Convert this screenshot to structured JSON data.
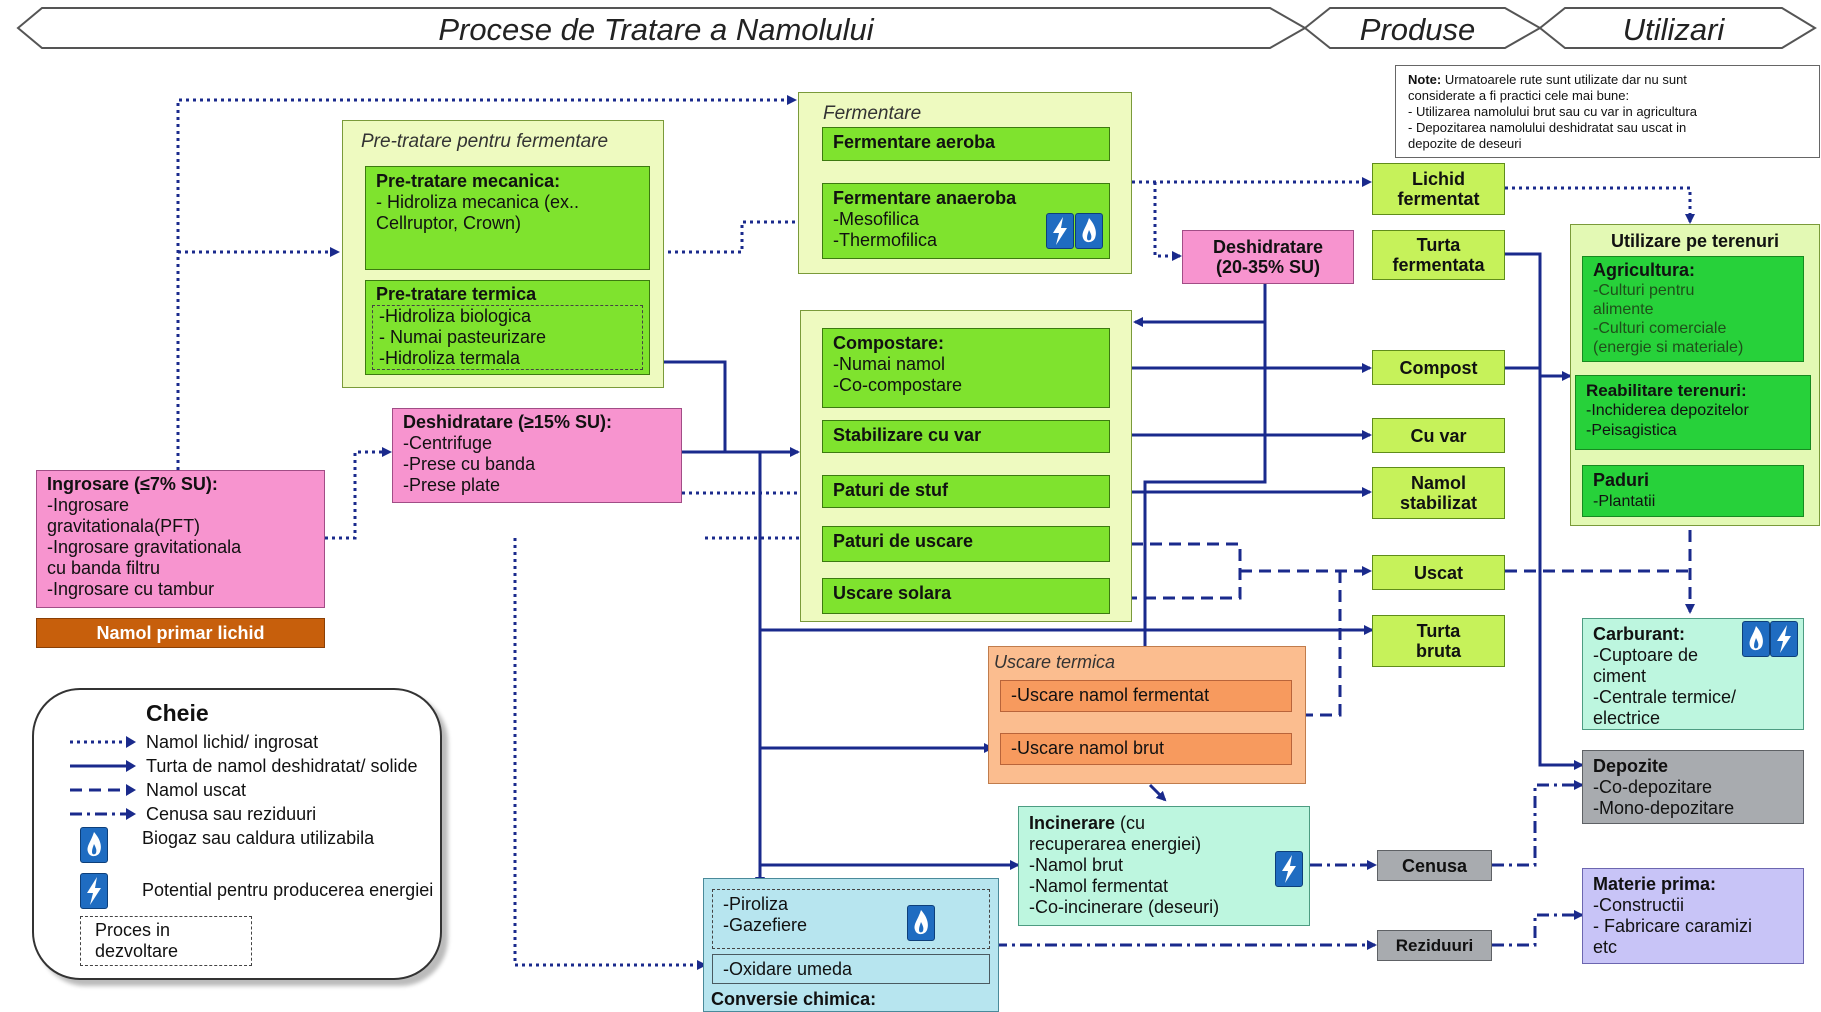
{
  "header": {
    "process": "Procese de Tratare a Namolului",
    "products": "Produse",
    "uses": "Utilizari"
  },
  "note": {
    "label": "Note:",
    "lines": [
      "Urmatoarele rute sunt utilizate dar nu sunt",
      "considerate a fi practici cele mai bune:",
      "- Utilizarea namolului brut sau cu var in agricultura",
      "- Depozitarea namolului deshidratat sau uscat in",
      "depozite de deseuri"
    ]
  },
  "pretreat": {
    "title": "Pre-tratare pentru fermentare",
    "mech_title": "Pre-tratare mecanica:",
    "mech_lines": [
      "- Hidroliza mecanica (ex..",
      "Cellruptor, Crown)"
    ],
    "therm_title": "Pre-tratare termica",
    "therm_lines": [
      "-Hidroliza biologica",
      "- Numai pasteurizare",
      "-Hidroliza termala"
    ]
  },
  "ferment": {
    "title": "Fermentare",
    "aerob": "Fermentare aeroba",
    "anaerob_title": "Fermentare anaeroba",
    "anaerob_lines": [
      "-Mesofilica",
      "-Thermofilica"
    ]
  },
  "thick": {
    "title": "Ingrosare (≤7% SU):",
    "lines": [
      "-Ingrosare",
      "gravitationala(PFT)",
      "-Ingrosare gravitationala",
      "cu banda filtru",
      "-Ingrosare cu tambur"
    ],
    "primary": "Namol primar lichid"
  },
  "dewater1": {
    "title": "Deshidratare (≥15% SU):",
    "lines": [
      "-Centrifuge",
      "-Prese cu banda",
      "-Prese plate"
    ]
  },
  "dewater2": {
    "lines": [
      "Deshidratare",
      "(20-35% SU)"
    ]
  },
  "stab": {
    "compost_title": "Compostare:",
    "compost_lines": [
      "-Numai namol",
      "-Co-compostare"
    ],
    "lime": "Stabilizare cu var",
    "reed": "Paturi de stuf",
    "drybeds": "Paturi de uscare",
    "solar": "Uscare solara"
  },
  "thermal": {
    "title": "Uscare termica",
    "digested": "-Uscare namol fermentat",
    "raw": "-Uscare namol brut"
  },
  "incin": {
    "title": "Incinerare",
    "title_rest": " (cu",
    "lines": [
      "recuperarea energiei)",
      "-Namol brut",
      "-Namol fermentat",
      "-Co-incinerare (deseuri)"
    ]
  },
  "chem": {
    "lines": [
      "-Piroliza",
      "-Gazefiere"
    ],
    "wet": "-Oxidare umeda",
    "title": "Conversie chimica:"
  },
  "products": {
    "liquid": [
      "Lichid",
      "fermentat"
    ],
    "cake": [
      "Turta",
      "fermentata"
    ],
    "compost": "Compost",
    "lime": "Cu var",
    "stab": [
      "Namol",
      "stabilizat"
    ],
    "dried": "Uscat",
    "raw_cake": [
      "Turta",
      "bruta"
    ],
    "ash": "Cenusa",
    "residue": "Reziduuri"
  },
  "uses": {
    "land_title": "Utilizare pe terenuri",
    "agri_title": "Agricultura:",
    "agri_lines": [
      "-Culturi pentru",
      "alimente",
      "-Culturi comerciale",
      "(energie si materiale)"
    ],
    "reh_title": "Reabilitare terenuri:",
    "reh_lines": [
      "-Inchiderea depozitelor",
      "-Peisagistica"
    ],
    "forest_title": "Paduri",
    "forest_lines": [
      "-Plantatii"
    ],
    "fuel_title": "Carburant:",
    "fuel_lines": [
      "-Cuptoare de",
      "ciment",
      "-Centrale termice/",
      "electrice"
    ],
    "landfill_title": "Depozite",
    "landfill_lines": [
      "-Co-depozitare",
      "-Mono-depozitare"
    ],
    "raw_title": "Materie prima:",
    "raw_lines": [
      "-Constructii",
      "- Fabricare caramizi",
      "etc"
    ]
  },
  "key": {
    "title": "Cheie",
    "liquid": "Namol lichid/ ingrosat",
    "cake": "Turta de namol deshidratat/ solide",
    "dried": "Namol uscat",
    "ash": "Cenusa sau reziduuri",
    "biogas": "Biogaz sau caldura utilizabila",
    "energy": "Potential pentru producerea energiei",
    "dev": [
      "Proces in",
      "dezvoltare"
    ]
  },
  "colors": {
    "line": "#1a2a8c",
    "lightgreen": "#c6f25a",
    "green": "#7fe32e",
    "pink": "#f794cf",
    "orange": "#fbbd8f"
  }
}
